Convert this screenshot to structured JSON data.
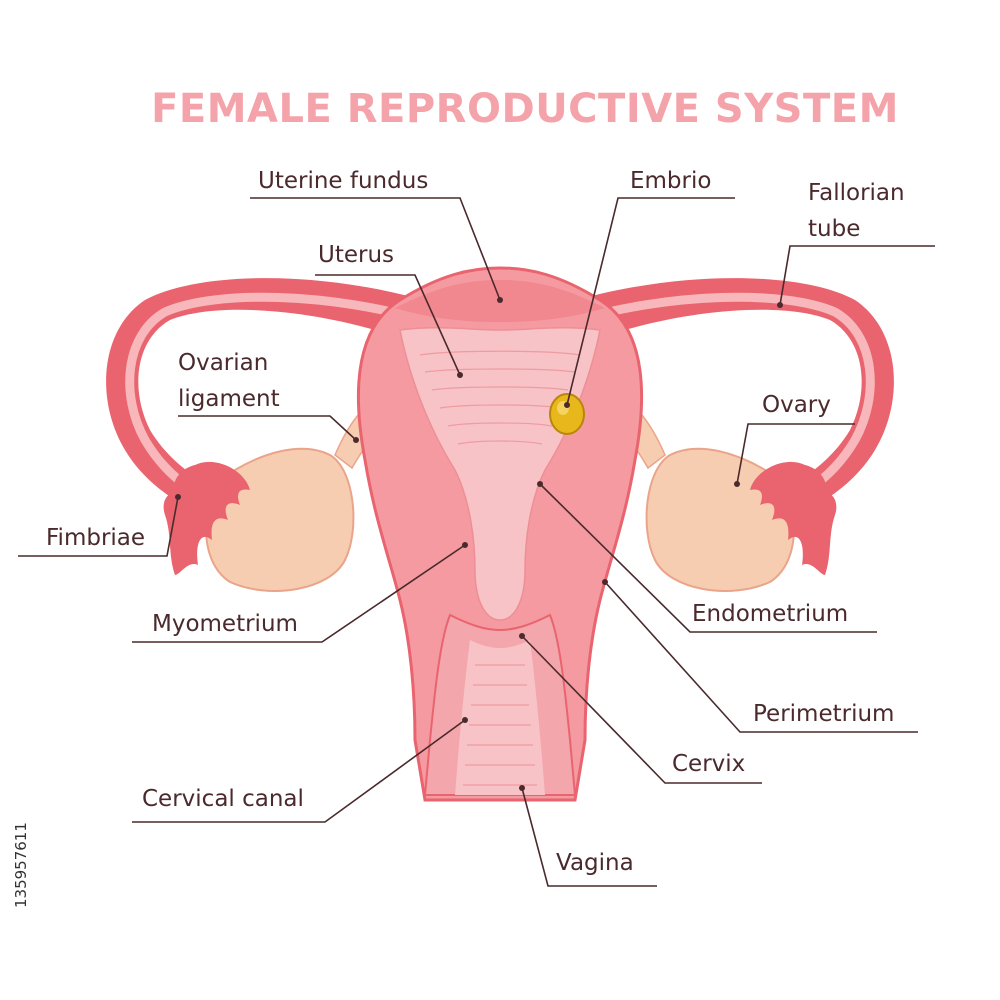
{
  "title": "FEMALE REPRODUCTIVE SYSTEM",
  "labels": {
    "uterine_fundus": "Uterine fundus",
    "embrio": "Embrio",
    "fallorian_tube_l1": "Fallorian",
    "fallorian_tube_l2": "tube",
    "uterus": "Uterus",
    "ovarian_ligament_l1": "Ovarian",
    "ovarian_ligament_l2": "ligament",
    "ovary": "Ovary",
    "fimbriae": "Fimbriae",
    "myometrium": "Myometrium",
    "endometrium": "Endometrium",
    "perimetrium": "Perimetrium",
    "cervix": "Cervix",
    "cervical_canal": "Cervical canal",
    "vagina": "Vagina"
  },
  "stock_id": "135957611",
  "colors": {
    "title": "#f5a3aa",
    "tube_outer": "#e9646e",
    "tube_inner": "#f7b7bb",
    "uterus_body": "#f49aa0",
    "endometrium": "#f8c3c6",
    "ovary": "#f7cdb1",
    "embryo": "#e8b71c",
    "label_text": "#4a2a2c"
  }
}
